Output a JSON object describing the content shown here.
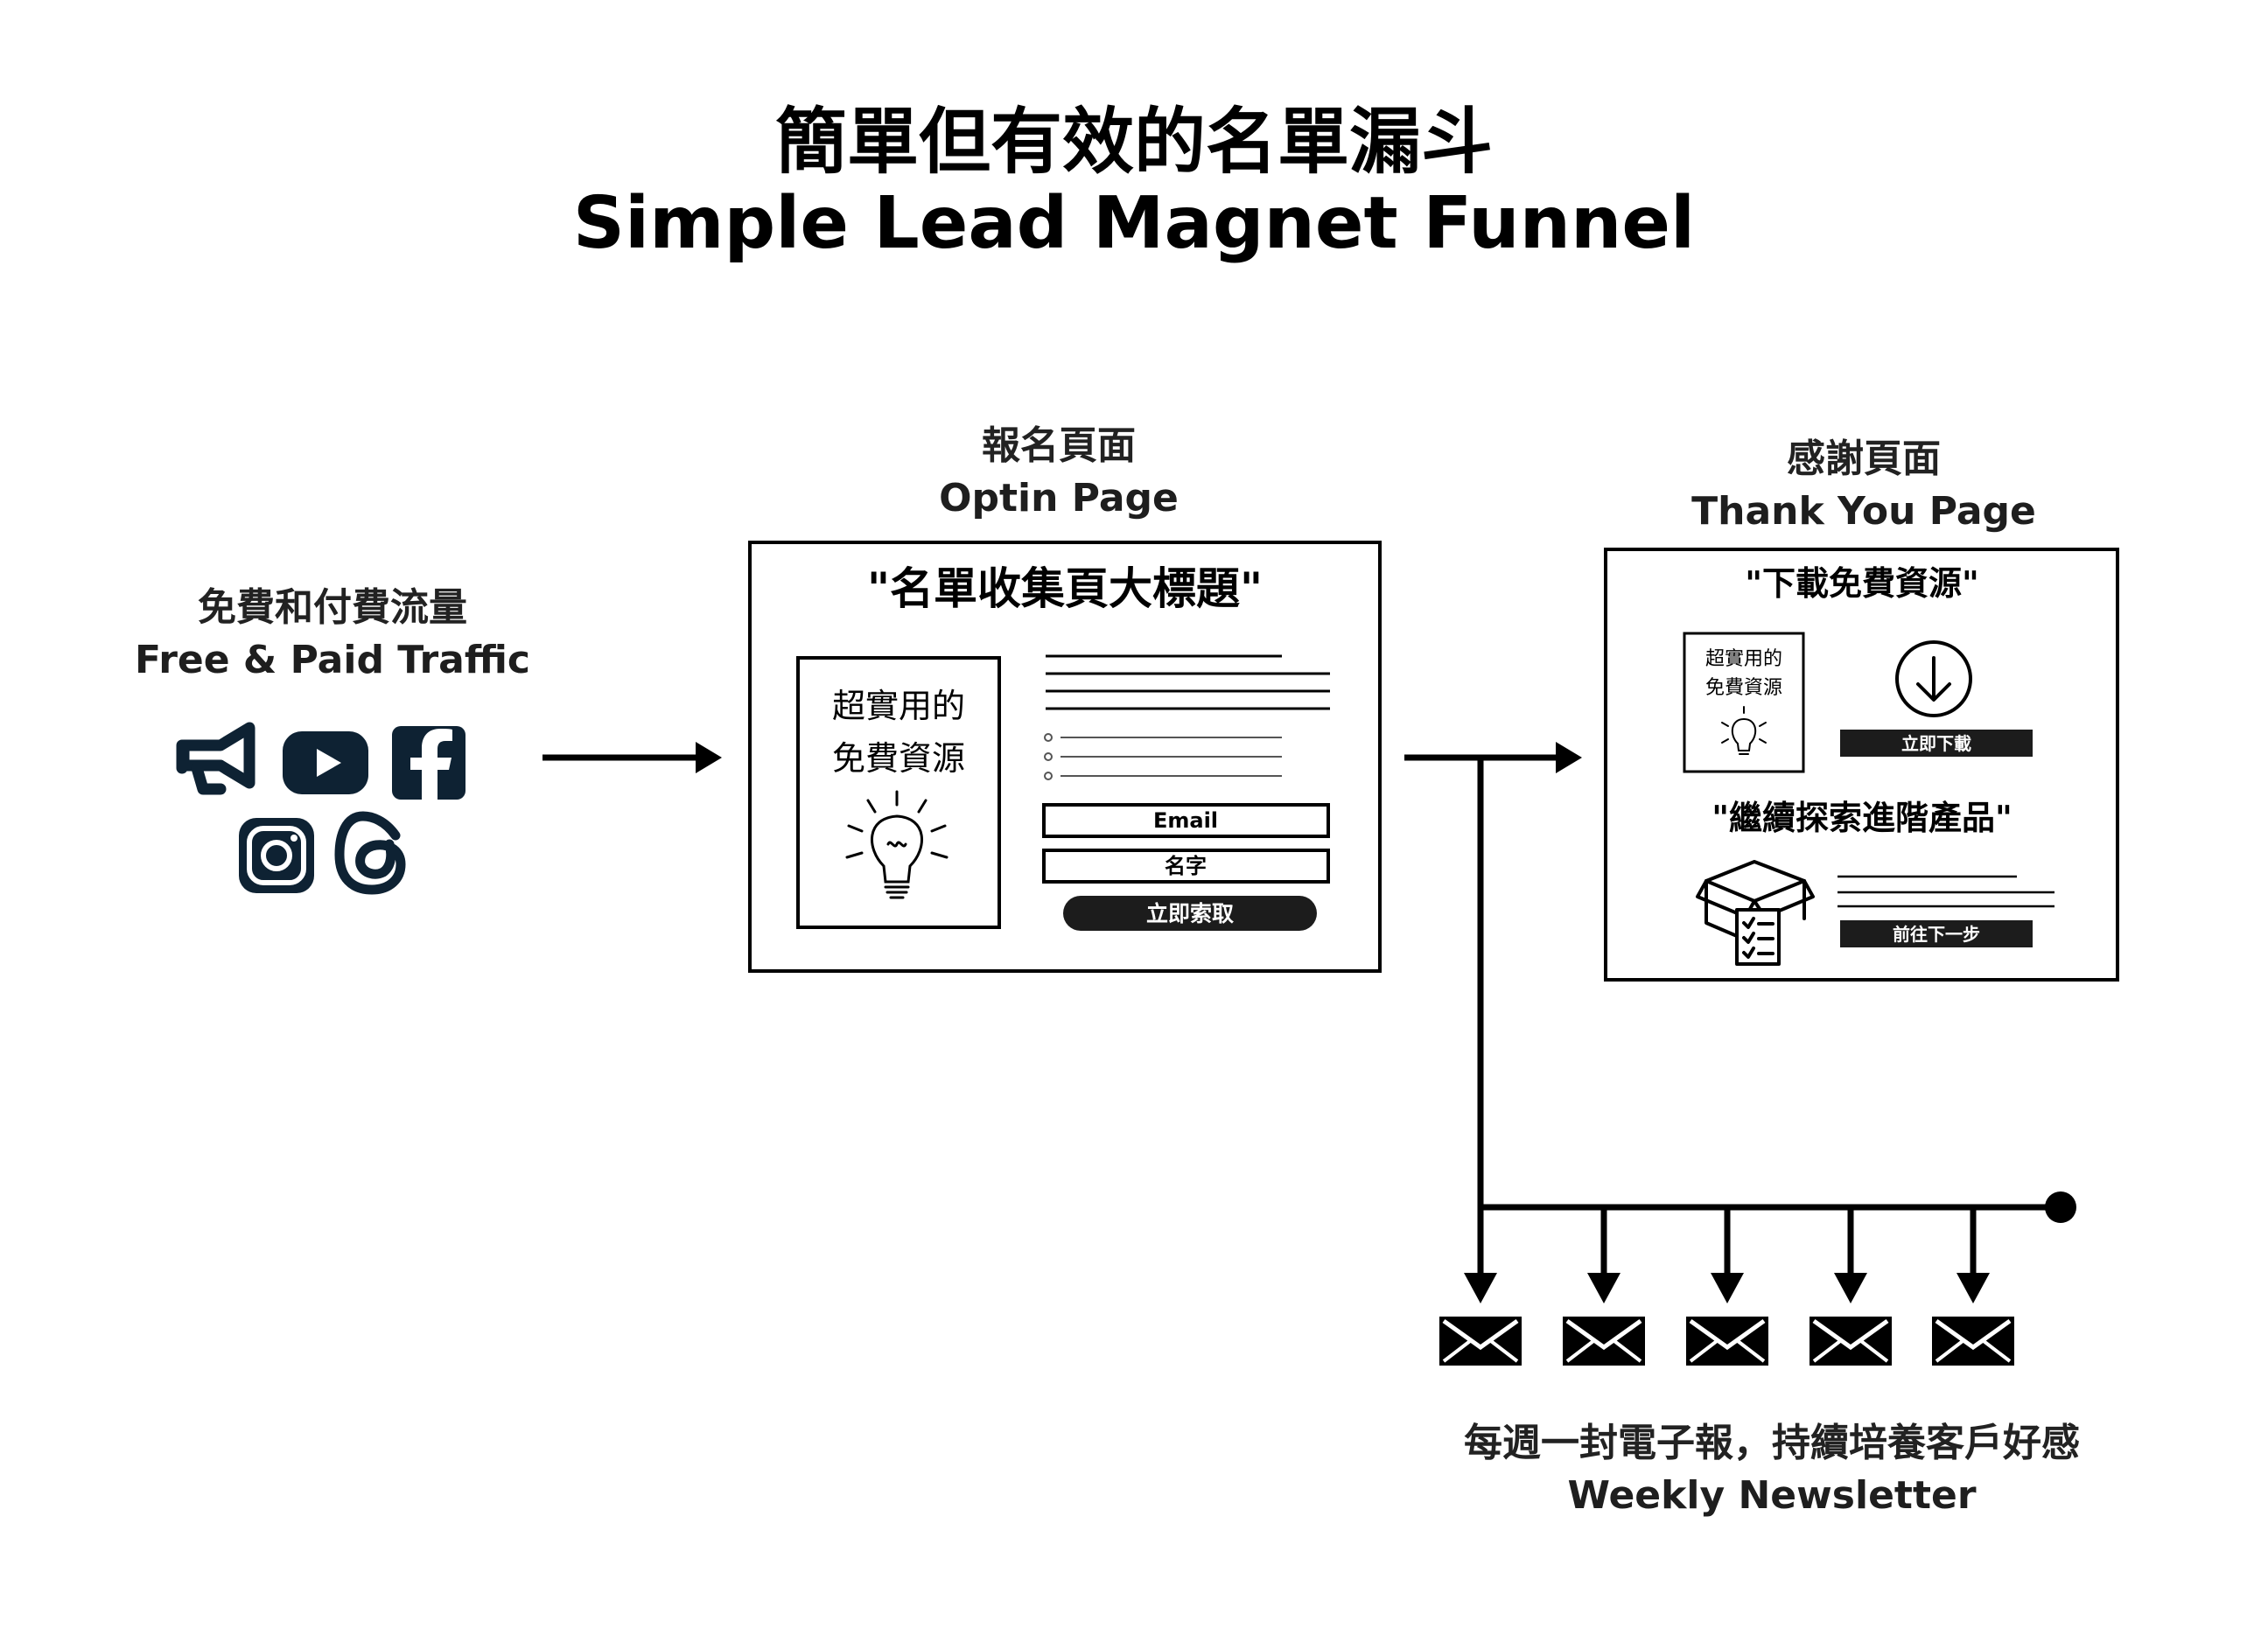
{
  "title": {
    "zh": "簡單但有效的名單漏斗",
    "en": "Simple Lead Magnet Funnel"
  },
  "traffic": {
    "label_zh": "免費和付費流量",
    "label_en": "Free & Paid Traffic",
    "icons": [
      "megaphone-icon",
      "youtube-icon",
      "facebook-icon",
      "instagram-icon",
      "threads-icon"
    ]
  },
  "optin": {
    "label_zh": "報名頁面",
    "label_en": "Optin Page",
    "headline": "\"名單收集頁大標題\"",
    "book_line1": "超實用的",
    "book_line2": "免費資源",
    "email_placeholder": "Email",
    "name_placeholder": "名字",
    "cta": "立即索取"
  },
  "thankyou": {
    "label_zh": "感謝頁面",
    "label_en": "Thank You Page",
    "download_heading": "\"下載免費資源\"",
    "book_line1": "超實用的",
    "book_line2": "免費資源",
    "download_button": "立即下載",
    "explore_heading": "\"繼續探索進階產品\"",
    "next_button": "前往下一步"
  },
  "newsletter": {
    "label_zh": "每週一封電子報，持續培養客戶好感",
    "label_en": "Weekly Newsletter",
    "email_count": 5
  },
  "colors": {
    "ink": "#000000",
    "icon_navy": "#0e2233",
    "button_dark": "#1c1c1c",
    "label_gray": "#222222"
  }
}
